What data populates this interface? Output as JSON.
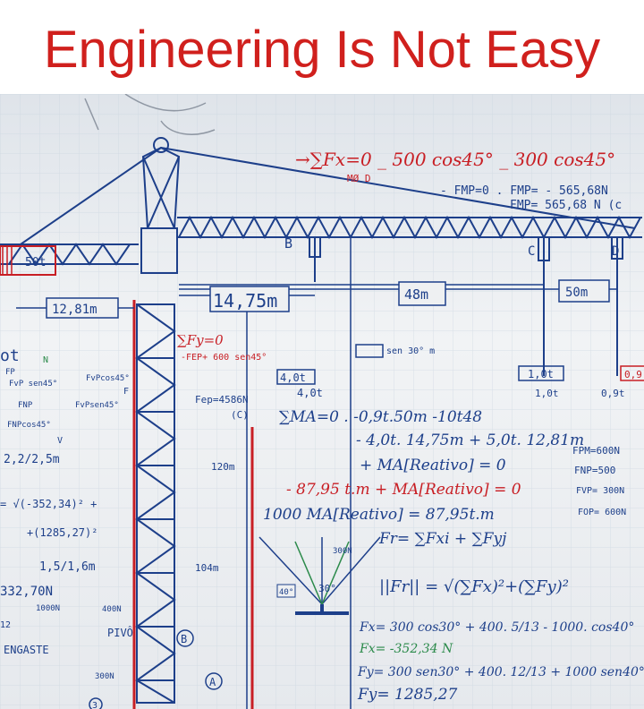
{
  "header": {
    "title": "Engineering Is Not Easy"
  },
  "colors": {
    "title_red": "#d0201d",
    "ink_blue": "#1d3f8a",
    "ink_red": "#c81e24",
    "ink_green": "#2b8a4a",
    "paper": "#eef0f2",
    "grid": "#c7d3de"
  },
  "notes": {
    "top_eq": "→∑Fx=0 _ 500 cos45° _ 300 cos45°",
    "mo_d": "MØ D",
    "fmp1": "- FMP=0 . FMP= - 565,68N",
    "fmp2": "FMP= 565,68 N (c",
    "label_b": "B",
    "label_c": "C",
    "label_d": "D",
    "counterweight": "50t",
    "dim_1281": "12,81m",
    "dim_1475": "14,75m",
    "dim_48": "48m",
    "dim_50": "50m",
    "sum_fy": "∑Fy=0",
    "fep_eq": "-FEP+ 600 sen45°",
    "fep_val": "Fep=4586N",
    "fep_c": "(C)",
    "box_40t": "4,0t",
    "box_10t": "1,0t",
    "box_09": "0,9",
    "val_40t": "4,0t",
    "val_10t": "1,0t",
    "val_09t": "0,9t",
    "sen30": "sen 30° m",
    "ma_eq1": "∑MA=0 . -0,9t.50m -10t48",
    "ma_eq2": "- 4,0t. 14,75m + 5,0t. 12,81m",
    "ma_eq3": "+ MA[Reativo] = 0",
    "ma_eq4": "- 87,95 t.m + MA[Reativo] = 0",
    "ma_eq5": "1000 MA[Reativo] = 87,95t.m",
    "fr_eq": "Fr= ∑Fxi + ∑Fyj",
    "fr_mag": "||Fr|| = √(∑Fx)²+(∑Fy)²",
    "fx1": "Fx= 300 cos30° + 400. 5/13 - 1000. cos40°",
    "fx2": "Fx= -352,34 N",
    "fy1": "Fy= 300 sen30° + 400. 12/13 + 1000 sen40°",
    "fy2": "Fy= 1285,27",
    "fpm": "FPM=600N",
    "fnp": "FNP=500",
    "fvp": "FVP= 300N",
    "fop": "FOP= 600N",
    "dim_120": "120m",
    "dim_104": "104m",
    "n_300": "300N",
    "ang_40": "40°",
    "ang_30": "30°",
    "n_400a": "400N",
    "ot": "ot",
    "fp": "FP",
    "n_letter": "N",
    "f_letter": "F",
    "fvp_left": "FvP sen45°",
    "fvpcos": "FvPcos45°",
    "fnp_cos": "FNPcos45°",
    "fnp_left": "FNP",
    "fvp_sen": "FvPsen45°",
    "v_letter": "V",
    "ratio": "2,2/2,5m",
    "sqrt_left": "= √(-352,34)² +",
    "sqrt_left2": "+(1285,27)²",
    "ratio2": "1,5/1,6m",
    "res": "332,70N",
    "n_1000": "1000N",
    "n_400": "400N",
    "engaste": "ENGASTE",
    "pivo": "PIVÔ",
    "small_a": "A",
    "small_b": "B",
    "small_12": "12",
    "n_300b": "300N",
    "n_3": "3"
  }
}
